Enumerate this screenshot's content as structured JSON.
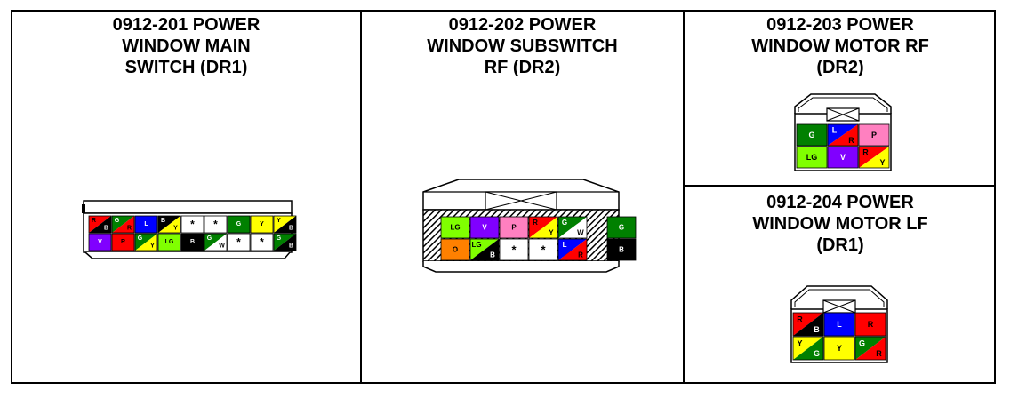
{
  "colors": {
    "B": "#000000",
    "G": "#008000",
    "LG": "#80ff00",
    "L": "#0000ff",
    "V": "#8000ff",
    "P": "#ff80c0",
    "R": "#ff0000",
    "Y": "#ffff00",
    "O": "#ff8000",
    "W": "#ffffff",
    "EMPTY": "#ffffff"
  },
  "panels": [
    {
      "title_lines": [
        "0912-201 POWER",
        "WINDOW MAIN",
        "SWITCH (DR1)"
      ],
      "pins": [
        [
          "R/B",
          "G/R",
          "L",
          "B/Y",
          "*",
          "*",
          "G",
          "Y",
          "Y/B"
        ],
        [
          "V",
          "R",
          "G/Y",
          "LG",
          "B",
          "G/W",
          "*",
          "*",
          "G/B"
        ]
      ]
    },
    {
      "title_lines": [
        "0912-202 POWER",
        "WINDOW SUBSWITCH",
        "RF (DR2)"
      ],
      "pins": [
        [
          "LG",
          "V",
          "P",
          "R/Y",
          "G/W",
          "G"
        ],
        [
          "O",
          "LG/B",
          "*",
          "*",
          "L/R",
          "B"
        ]
      ]
    },
    {
      "title_lines": [
        "0912-203 POWER",
        "WINDOW MOTOR RF",
        "(DR2)"
      ],
      "pins": [
        [
          "G",
          "L/R",
          "P"
        ],
        [
          "LG",
          "V",
          "R/Y"
        ]
      ]
    },
    {
      "title_lines": [
        "0912-204 POWER",
        "WINDOW MOTOR LF",
        "(DR1)"
      ],
      "pins": [
        [
          "R/B",
          "L",
          "R"
        ],
        [
          "Y/G",
          "Y",
          "G/R"
        ]
      ]
    }
  ]
}
